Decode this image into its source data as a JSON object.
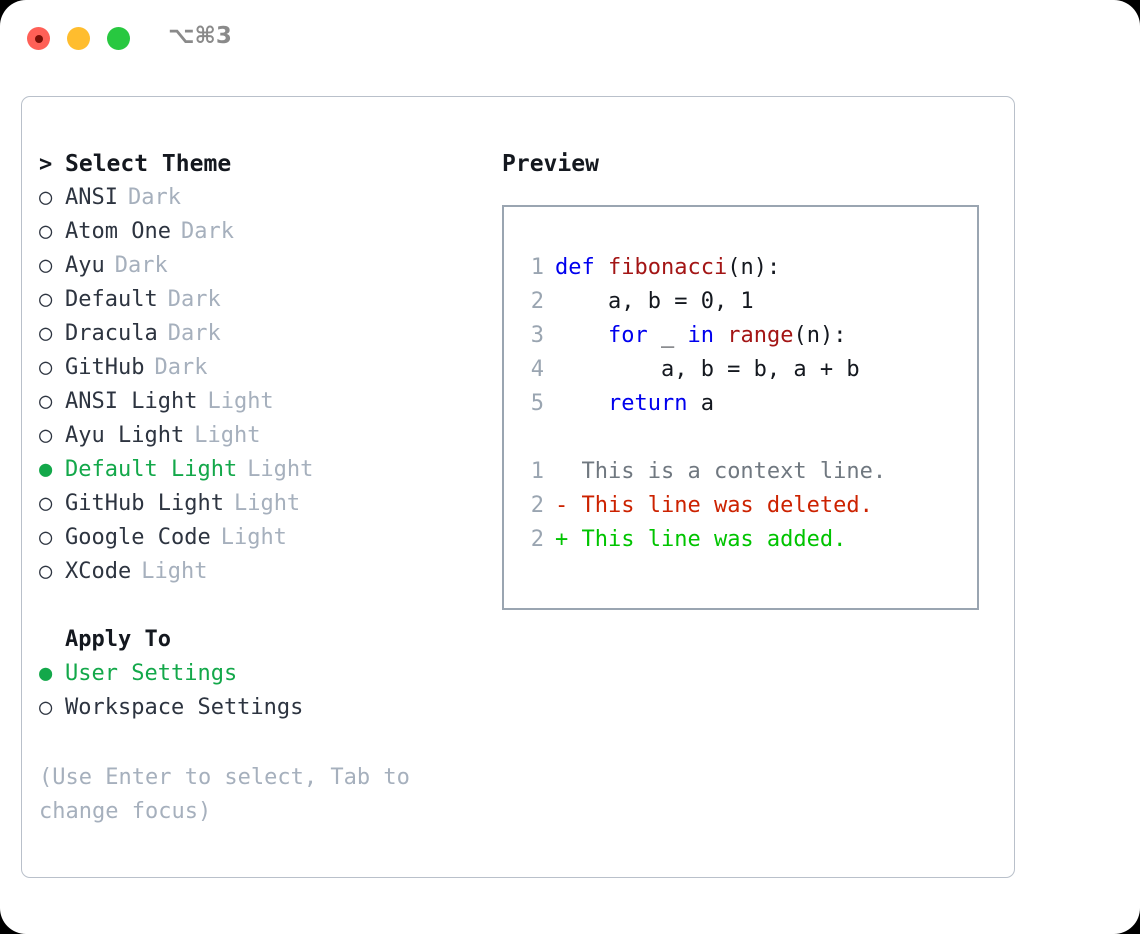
{
  "titlebar": {
    "shortcut": "⌥⌘3",
    "buttons": {
      "close": "close-window",
      "minimize": "minimize-window",
      "maximize": "maximize-window"
    }
  },
  "theme_picker": {
    "prompt_marker": ">",
    "title": "Select Theme",
    "marker_selected": "●",
    "marker_unselected": "○",
    "items": [
      {
        "label": "ANSI",
        "tag": "Dark",
        "selected": false
      },
      {
        "label": "Atom One",
        "tag": "Dark",
        "selected": false
      },
      {
        "label": "Ayu",
        "tag": "Dark",
        "selected": false
      },
      {
        "label": "Default",
        "tag": "Dark",
        "selected": false
      },
      {
        "label": "Dracula",
        "tag": "Dark",
        "selected": false
      },
      {
        "label": "GitHub",
        "tag": "Dark",
        "selected": false
      },
      {
        "label": "ANSI Light",
        "tag": "Light",
        "selected": false
      },
      {
        "label": "Ayu Light",
        "tag": "Light",
        "selected": false
      },
      {
        "label": "Default Light",
        "tag": "Light",
        "selected": true
      },
      {
        "label": "GitHub Light",
        "tag": "Light",
        "selected": false
      },
      {
        "label": "Google Code",
        "tag": "Light",
        "selected": false
      },
      {
        "label": "XCode",
        "tag": "Light",
        "selected": false
      }
    ]
  },
  "apply_to": {
    "heading": "Apply To",
    "options": [
      {
        "label": "User Settings",
        "selected": true
      },
      {
        "label": "Workspace Settings",
        "selected": false
      }
    ]
  },
  "hint": "(Use Enter to select, Tab to change focus)",
  "preview": {
    "title": "Preview",
    "code_lines": [
      {
        "num": "1",
        "tokens": [
          {
            "t": "def ",
            "c": "kw"
          },
          {
            "t": "fibonacci",
            "c": "fn"
          },
          {
            "t": "(n):",
            "c": "pl"
          }
        ]
      },
      {
        "num": "2",
        "tokens": [
          {
            "t": "    a, b = 0, 1",
            "c": "pl"
          }
        ]
      },
      {
        "num": "3",
        "tokens": [
          {
            "t": "    ",
            "c": "pl"
          },
          {
            "t": "for",
            "c": "kw"
          },
          {
            "t": " _ ",
            "c": "pl"
          },
          {
            "t": "in",
            "c": "kw"
          },
          {
            "t": " ",
            "c": "pl"
          },
          {
            "t": "range",
            "c": "fn"
          },
          {
            "t": "(n):",
            "c": "pl"
          }
        ]
      },
      {
        "num": "4",
        "tokens": [
          {
            "t": "        a, b = b, a + b",
            "c": "pl"
          }
        ]
      },
      {
        "num": "5",
        "tokens": [
          {
            "t": "    ",
            "c": "pl"
          },
          {
            "t": "return",
            "c": "kw"
          },
          {
            "t": " a",
            "c": "pl"
          }
        ]
      }
    ],
    "diff_lines": [
      {
        "num": "1",
        "marker": " ",
        "text": " This is a context line.",
        "kind": "ctx"
      },
      {
        "num": "2",
        "marker": "-",
        "text": " This line was deleted.",
        "kind": "del"
      },
      {
        "num": "2",
        "marker": "+",
        "text": " This line was added.",
        "kind": "add"
      }
    ]
  },
  "colors": {
    "selected_green": "#13a84a",
    "diff_added": "#00c400",
    "diff_deleted": "#cc2200",
    "keyword_blue": "#0000ee",
    "function_red": "#a31515",
    "muted_gray": "#a6b0bd",
    "border_gray": "#9aa5b1",
    "traffic_red": "#ff6057",
    "traffic_yellow": "#ffbd2e",
    "traffic_green": "#28c840"
  }
}
